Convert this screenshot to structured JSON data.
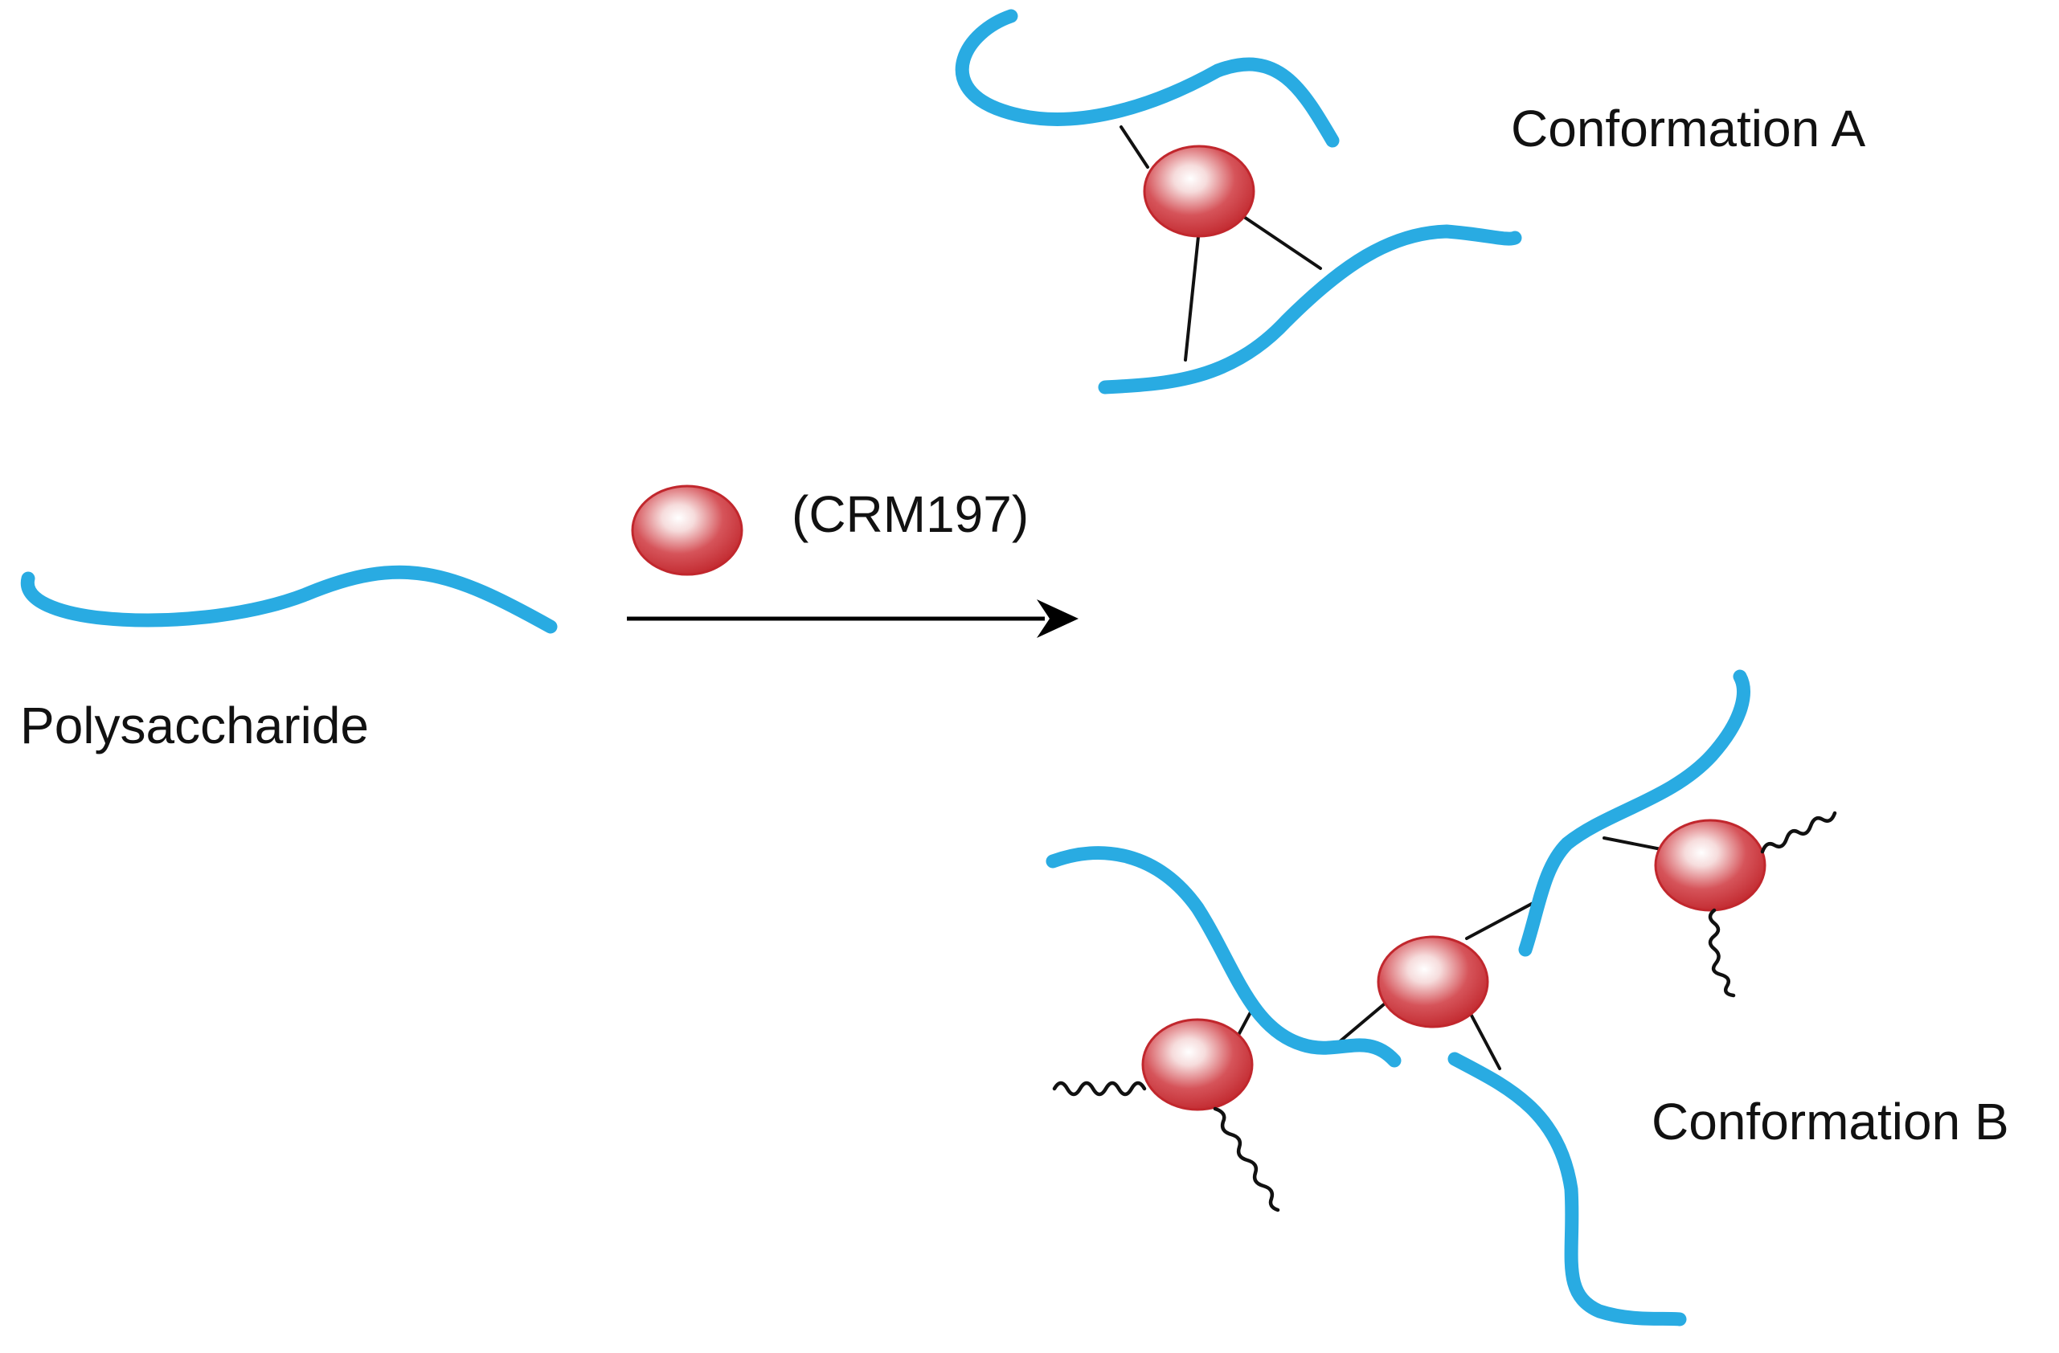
{
  "labels": {
    "polysaccharide": "Polysaccharide",
    "reagent": "(CRM197)",
    "conformation_a": "Conformation A",
    "conformation_b": "Conformation B"
  },
  "colors": {
    "polysaccharide_strand": "#29ABE2",
    "protein_sphere_dark": "#C1272D",
    "protein_sphere_light": "#FFFFFF",
    "linker": "#111111",
    "arrow": "#000000",
    "background": "#FFFFFF"
  }
}
